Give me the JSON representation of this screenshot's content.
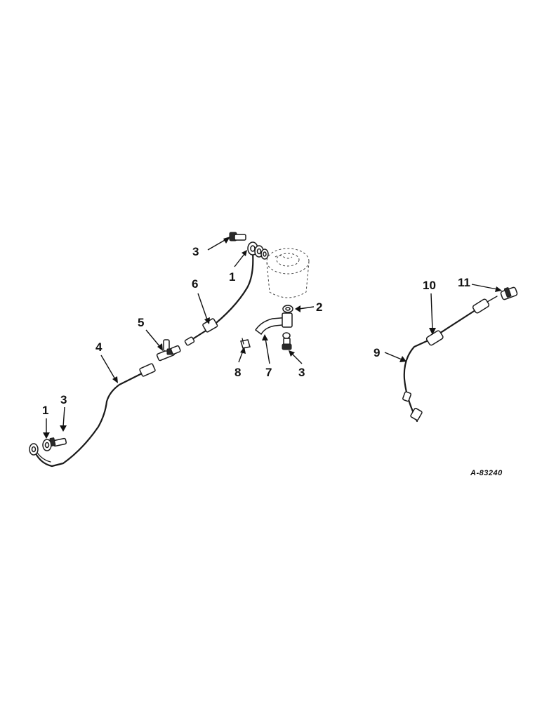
{
  "callouts": {
    "c1_top": "1",
    "c2": "2",
    "c3_top": "3",
    "c3_mid": "3",
    "c3_left": "3",
    "c1_left": "1",
    "c4": "4",
    "c5": "5",
    "c6": "6",
    "c7": "7",
    "c8": "8",
    "c9": "9",
    "c10": "10",
    "c11": "11"
  },
  "reference_code": "A-83240",
  "colors": {
    "ink": "#111111",
    "background": "#ffffff"
  }
}
